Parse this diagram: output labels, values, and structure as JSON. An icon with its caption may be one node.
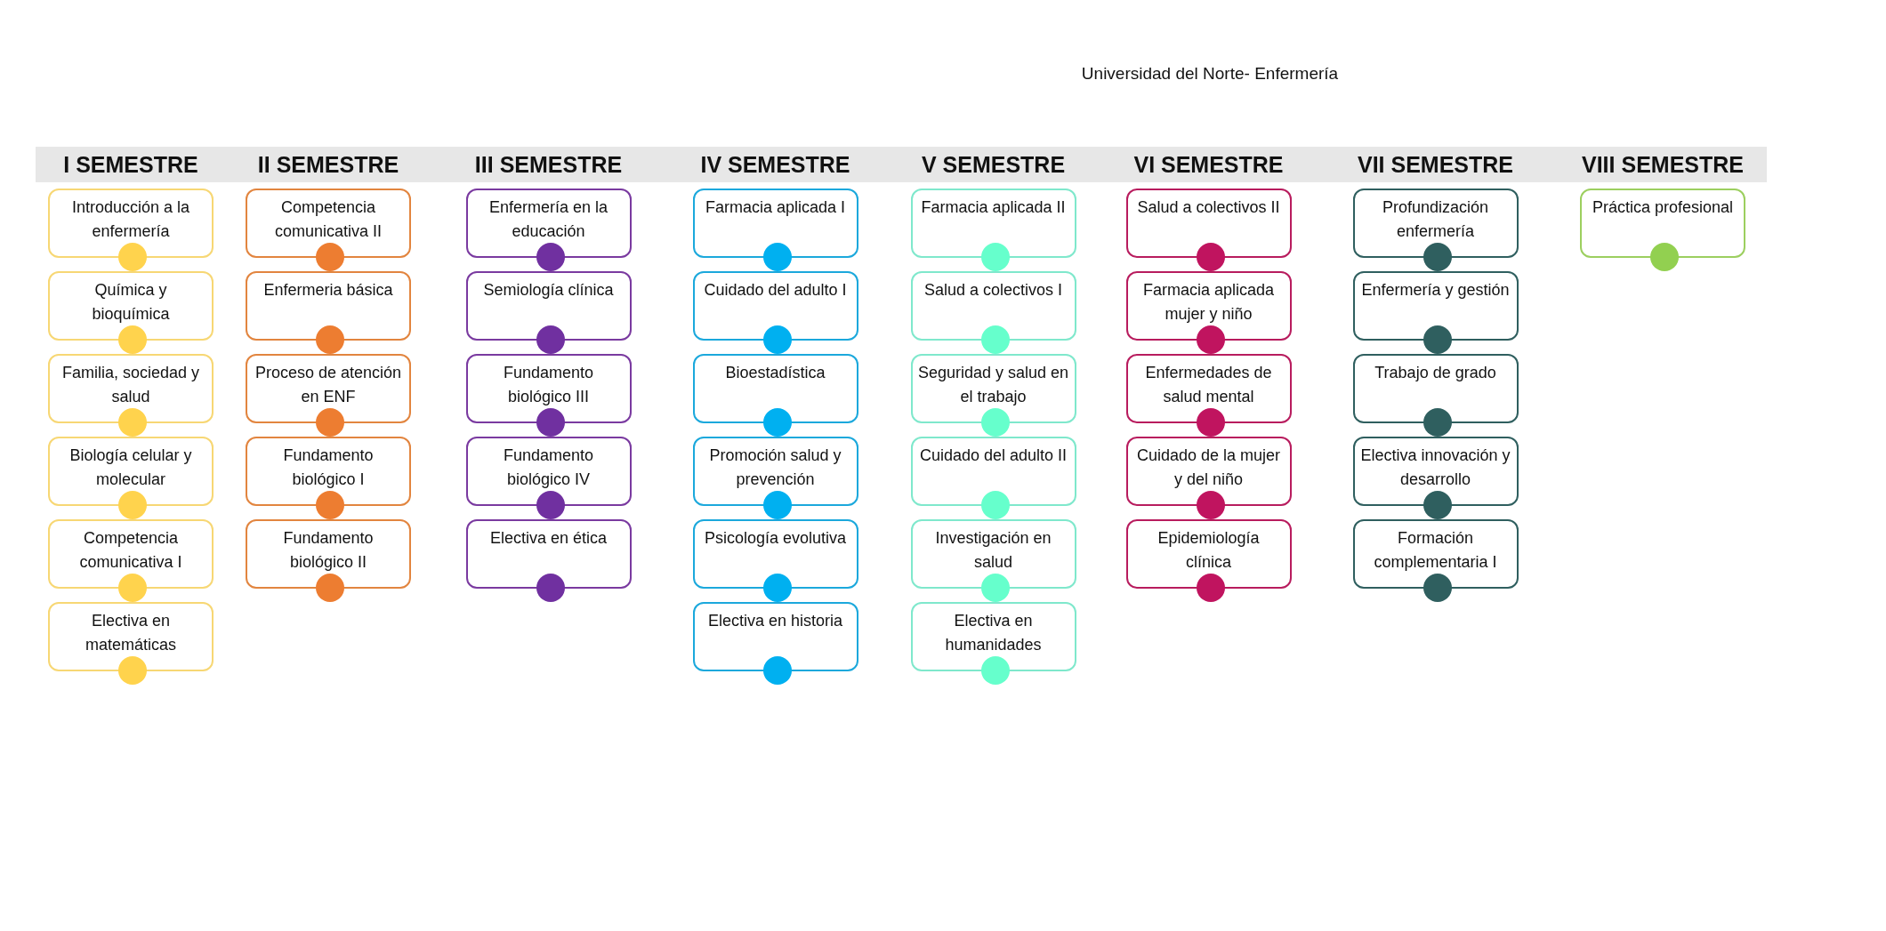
{
  "diagram": {
    "title": "Universidad del Norte- Enfermería",
    "nodes": [
      {
        "text": [
          "I SEMESTRE"
        ]
      },
      {
        "text": [
          "Introducción a la enfermería"
        ]
      },
      {
        "text": [
          "Química y bioquímica"
        ]
      },
      {
        "text": [
          "Familia, sociedad y salud"
        ]
      },
      {
        "text": [
          "Biología celular y molecular"
        ]
      },
      {
        "text": [
          "Competencia comunicativa I"
        ]
      },
      {
        "text": [
          "Electiva en matemáticas"
        ]
      },
      {
        "text": [
          "II SEMESTRE"
        ]
      },
      {
        "text": [
          "Competencia comunicativa II"
        ]
      },
      {
        "text": [
          "Enfermeria básica"
        ]
      },
      {
        "text": [
          "Proceso de atención en ENF"
        ]
      },
      {
        "text": [
          "Fundamento biológico I"
        ]
      },
      {
        "text": [
          "Fundamento biológico II"
        ]
      },
      {
        "text": [
          "III SEMESTRE"
        ]
      },
      {
        "text": [
          "Enfermería en la educación"
        ]
      },
      {
        "text": [
          "Semiología clínica"
        ]
      },
      {
        "text": [
          "Fundamento biológico III"
        ]
      },
      {
        "text": [
          "Fundamento biológico IV"
        ]
      },
      {
        "text": [
          "Electiva en ética"
        ]
      },
      {
        "text": [
          "IV SEMESTRE"
        ]
      },
      {
        "text": [
          "Farmacia aplicada  I"
        ]
      },
      {
        "text": [
          "Cuidado del adulto I"
        ]
      },
      {
        "text": [
          "Bioestadística"
        ]
      },
      {
        "text": [
          "Promoción salud y prevención"
        ]
      },
      {
        "text": [
          "Psicología evolutiva"
        ]
      },
      {
        "text": [
          "Electiva en historia"
        ]
      },
      {
        "text": [
          "V SEMESTRE"
        ]
      },
      {
        "text": [
          "Farmacia aplicada II"
        ]
      },
      {
        "text": [
          "Salud a colectivos I"
        ]
      },
      {
        "text": [
          "Seguridad y salud en el trabajo"
        ]
      },
      {
        "text": [
          "Cuidado del adulto II"
        ]
      },
      {
        "text": [
          "Investigación en salud"
        ]
      },
      {
        "text": [
          "Electiva en humanidades"
        ]
      },
      {
        "text": [
          "VI SEMESTRE"
        ]
      },
      {
        "text": [
          "Salud a colectivos II"
        ]
      },
      {
        "text": [
          "Farmacia aplicada mujer y niño"
        ]
      },
      {
        "text": [
          "Enfermedades de salud mental"
        ]
      },
      {
        "text": [
          "Cuidado de la mujer y del niño"
        ]
      },
      {
        "text": [
          "Epidemiología clínica"
        ]
      },
      {
        "text": [
          "VII SEMESTRE"
        ]
      },
      {
        "text": [
          "Profundización enfermería"
        ]
      },
      {
        "text": [
          "Enfermería y gestión"
        ]
      },
      {
        "text": [
          "Trabajo de grado"
        ]
      },
      {
        "text": [
          "Electiva innovación y desarrollo"
        ]
      },
      {
        "text": [
          "Formación complementaria I"
        ]
      },
      {
        "text": [
          "VIII SEMESTRE"
        ]
      },
      {
        "text": [
          "Práctica profesional"
        ]
      }
    ],
    "edges": []
  }
}
